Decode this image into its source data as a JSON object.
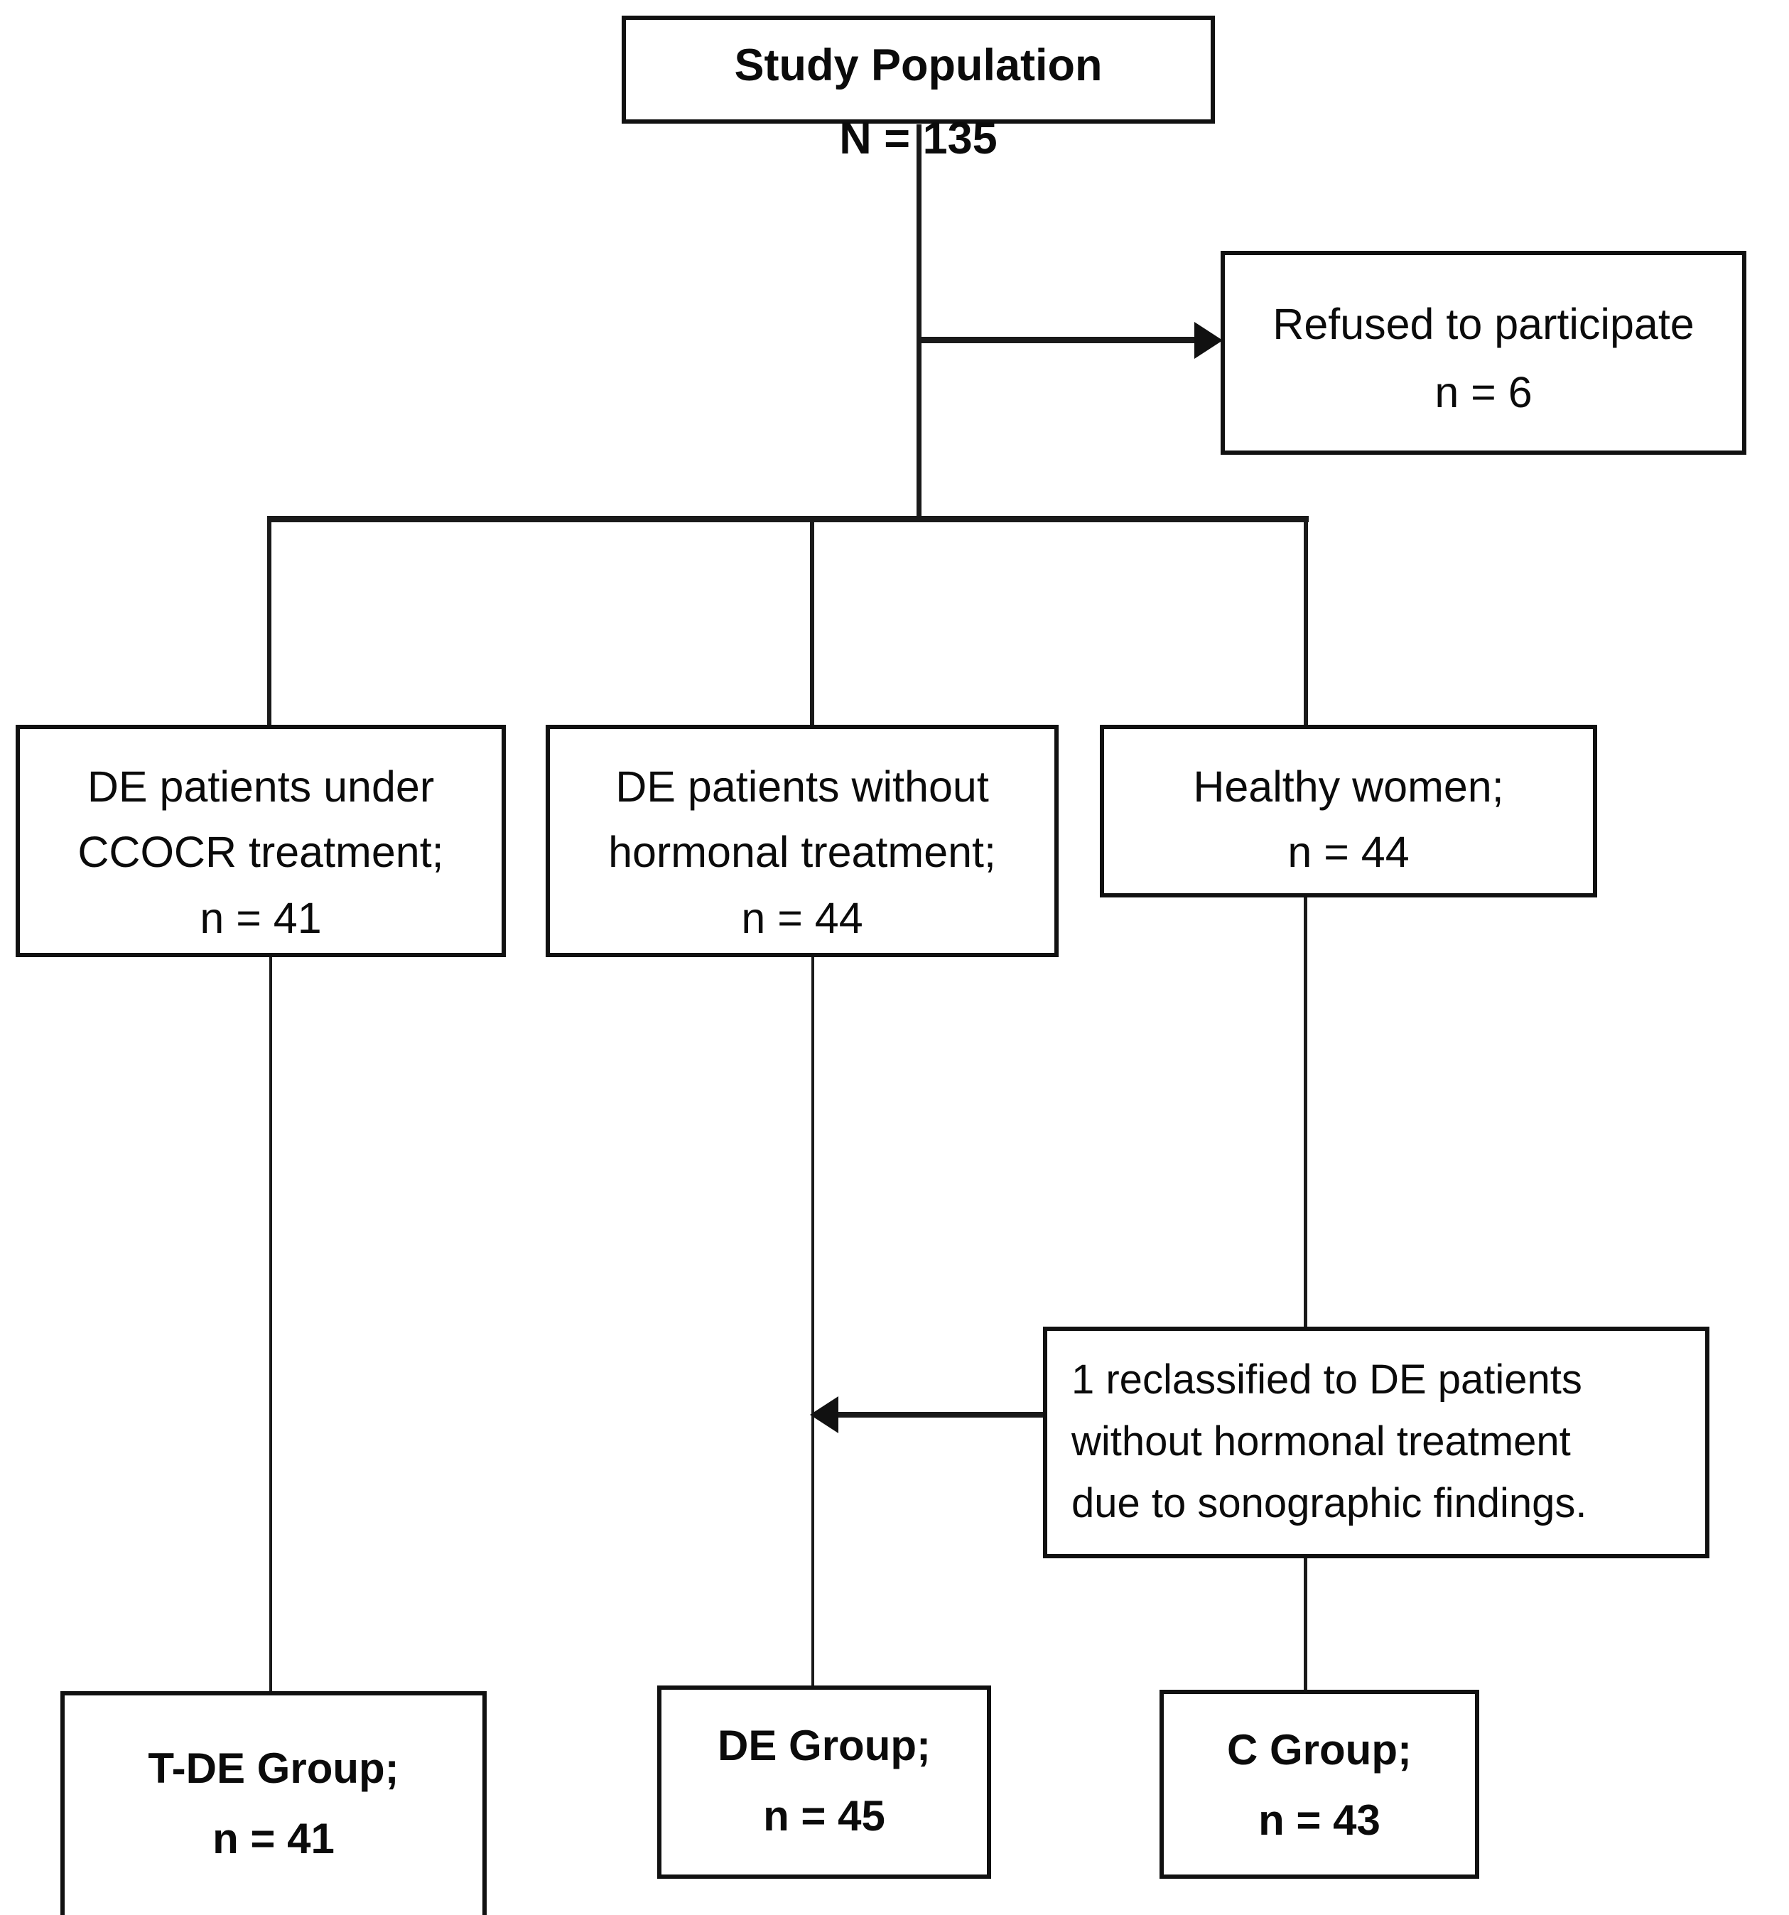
{
  "diagram": {
    "type": "flowchart",
    "title": "Study population enrollment flow diagram",
    "colors": {
      "box_border": "#111111",
      "connector": "#1a1a1a",
      "background": "#ffffff",
      "text": "#0b0b0b"
    },
    "nodes": {
      "study_population": {
        "line1": "Study Population",
        "line2": "N = 135",
        "emphasis": "bold"
      },
      "refused": {
        "line1": "Refused to participate",
        "line2": "n = 6",
        "emphasis": "regular"
      },
      "de_treated": {
        "line1": "DE patients under",
        "line2": "CCOCR treatment;",
        "line3": "n = 41",
        "emphasis": "regular"
      },
      "de_untreated": {
        "line1": "DE patients without",
        "line2": "hormonal treatment;",
        "line3": "n = 44",
        "emphasis": "regular"
      },
      "healthy": {
        "line1": "Healthy women;",
        "line2": "n = 44",
        "emphasis": "regular"
      },
      "reclassified": {
        "line1": "1 reclassified to DE patients",
        "line2": "without hormonal treatment",
        "line3": "due to sonographic findings.",
        "emphasis": "regular"
      },
      "t_de_group": {
        "line1": "T-DE Group;",
        "line2": "n = 41",
        "emphasis": "bold"
      },
      "de_group": {
        "line1": "DE Group;",
        "line2": "n = 45",
        "emphasis": "bold"
      },
      "c_group": {
        "line1": "C Group;",
        "line2": "n = 43",
        "emphasis": "bold"
      }
    },
    "edges": [
      {
        "from": "study_population",
        "to": "refused",
        "arrow": "right"
      },
      {
        "from": "study_population",
        "to": "de_treated",
        "arrow": "none"
      },
      {
        "from": "study_population",
        "to": "de_untreated",
        "arrow": "none"
      },
      {
        "from": "study_population",
        "to": "healthy",
        "arrow": "none"
      },
      {
        "from": "de_treated",
        "to": "t_de_group",
        "arrow": "none"
      },
      {
        "from": "de_untreated",
        "to": "de_group",
        "arrow": "none"
      },
      {
        "from": "healthy",
        "to": "c_group",
        "arrow": "none"
      },
      {
        "from": "reclassified",
        "to": "de_untreated_branch",
        "arrow": "left"
      }
    ]
  }
}
